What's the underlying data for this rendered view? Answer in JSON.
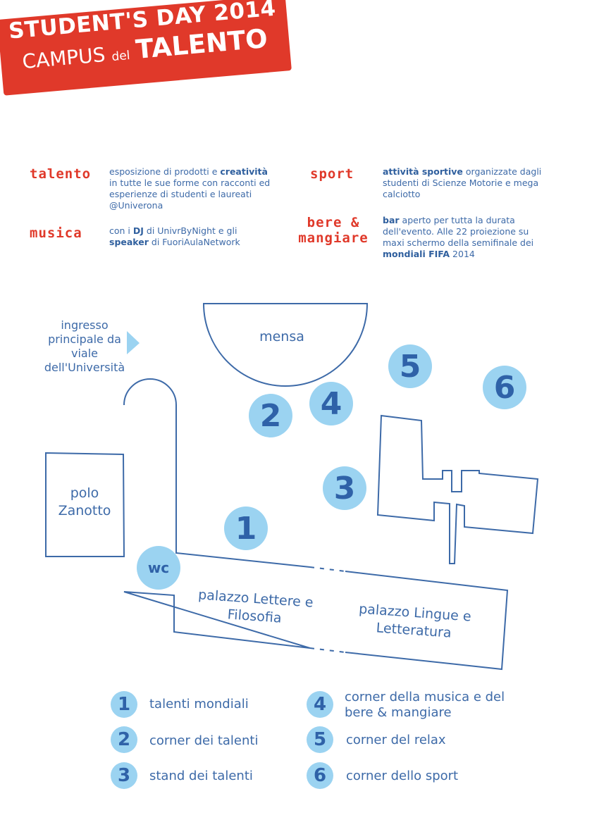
{
  "title": {
    "line1": "STUDENT'S DAY 2014",
    "campus": "CAMPUS",
    "del": "del",
    "talento": "TALENTO"
  },
  "categories": [
    {
      "name": "talento",
      "desc_bold1": "",
      "desc": "esposizione di prodotti e ",
      "bold": "creatività",
      "rest": " in tutte le sue forme con racconti ed esperienze di studenti e laureati @Univerona"
    },
    {
      "name": "musica",
      "pre": "con i ",
      "bold1": "DJ",
      "mid": " di UnivrByNight e gli ",
      "bold2": "speaker",
      "rest": " di FuoriAulaNetwork"
    },
    {
      "name": "sport",
      "bold": "attività sportive",
      "rest": " organizzate dagli studenti di Scienze Motorie e mega calciotto"
    },
    {
      "name": "bere & mangiare",
      "bold": "bar",
      "rest": " aperto per tutta la durata dell'evento. Alle 22 proiezione su maxi schermo della semifinale dei ",
      "bold2": "mondiali FIFA",
      "end": " 2014"
    }
  ],
  "map": {
    "entrance": "ingresso principale da viale dell'Università",
    "mensa": "mensa",
    "polo": "polo Zanotto",
    "wc": "wc",
    "lettere": "palazzo Lettere e Filosofia",
    "lingue": "palazzo Lingue e Letteratura",
    "markers": [
      "1",
      "2",
      "3",
      "4",
      "5",
      "6"
    ]
  },
  "legend": [
    {
      "n": "1",
      "label": "talenti mondiali"
    },
    {
      "n": "2",
      "label": "corner dei talenti"
    },
    {
      "n": "3",
      "label": "stand dei talenti"
    },
    {
      "n": "4",
      "label": "corner della musica e del bere & mangiare"
    },
    {
      "n": "5",
      "label": "corner del relax"
    },
    {
      "n": "6",
      "label": "corner dello sport"
    }
  ],
  "colors": {
    "red": "#e0392a",
    "blue": "#3d6aa8",
    "light": "#9bd3f1"
  }
}
